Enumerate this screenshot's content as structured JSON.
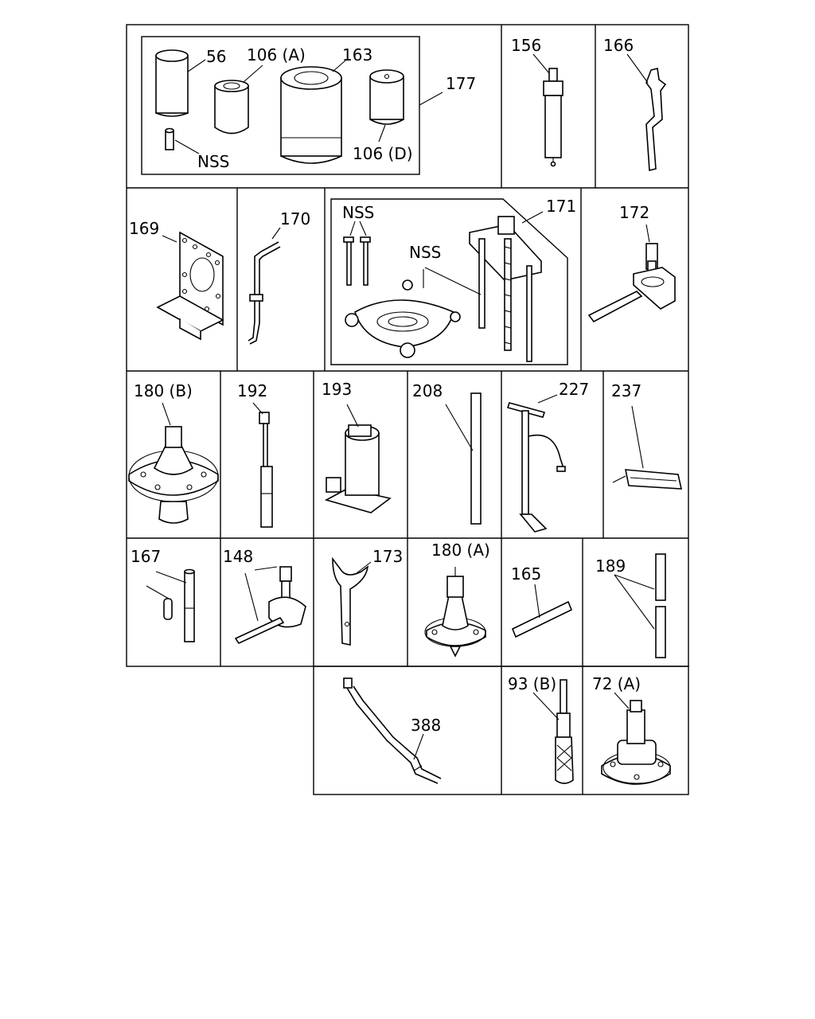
{
  "labels": {
    "l56": "56",
    "l106a": "106 (A)",
    "l163": "163",
    "l177": "177",
    "lnss1": "NSS",
    "l106d": "106 (D)",
    "l156": "156",
    "l166": "166",
    "l169": "169",
    "l170": "170",
    "lnss2": "NSS",
    "lnss3": "NSS",
    "l171": "171",
    "l172": "172",
    "l180b": "180 (B)",
    "l192": "192",
    "l193": "193",
    "l208": "208",
    "l227": "227",
    "l237": "237",
    "l167": "167",
    "l148": "148",
    "l173": "173",
    "l180a": "180 (A)",
    "l165": "165",
    "l189": "189",
    "l388": "388",
    "l93b": "93 (B)",
    "l72a": "72 (A)"
  }
}
